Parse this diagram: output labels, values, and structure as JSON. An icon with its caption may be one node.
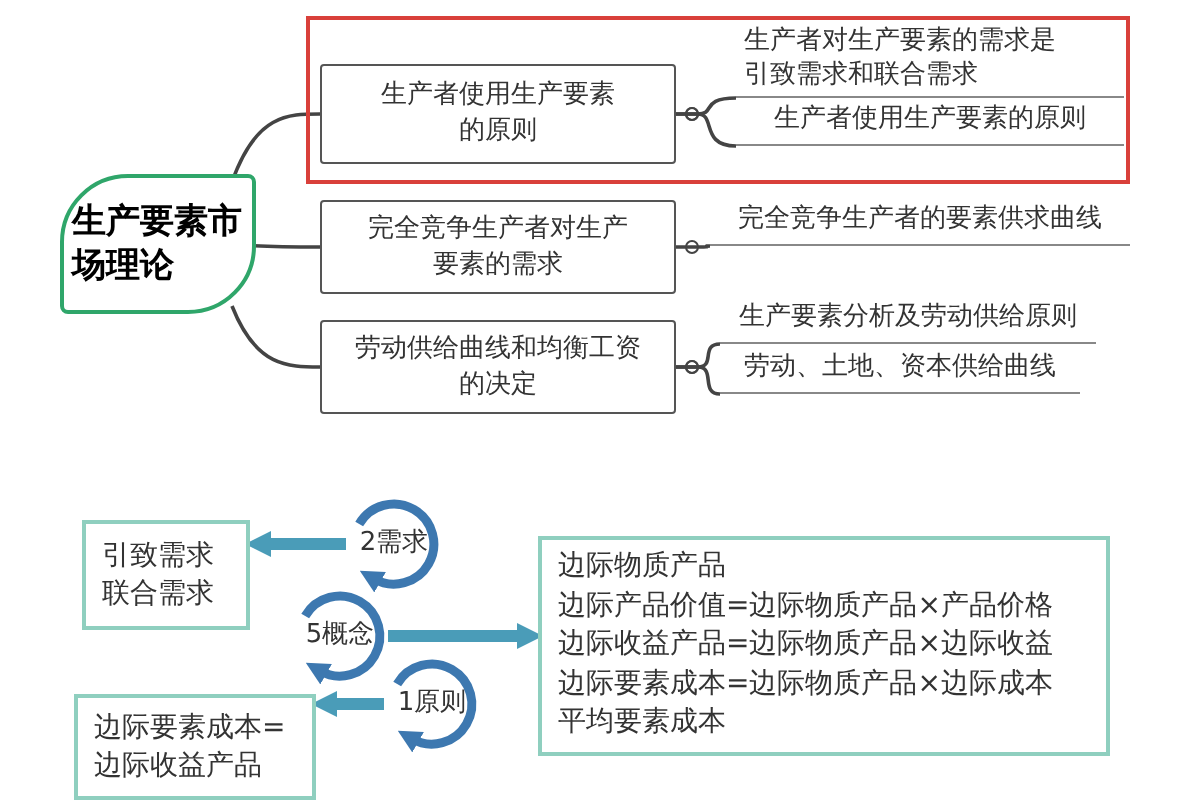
{
  "diagram": {
    "nodes": [
      {
        "text": [
          "生产要素市场理论"
        ]
      },
      {
        "text": [],
        "shape": "box"
      },
      {
        "text": [
          "生产者使用生产要素的原则"
        ],
        "in": 1
      },
      {
        "text": [
          "生产者对生产要素的需求是引致需求和联合需求"
        ],
        "in": 1
      },
      {
        "text": [
          "生产者使用生产要素的原则"
        ],
        "in": 1
      },
      {
        "text": [
          "完全竞争生产者对生产要素的需求"
        ]
      },
      {
        "text": [
          "完全竞争生产者的要素供求曲线"
        ]
      },
      {
        "text": [
          "劳动供给曲线和均衡工资的决定"
        ]
      },
      {
        "text": [
          "生产要素分析及劳动供给原则"
        ]
      },
      {
        "text": [
          "劳动、土地、资本供给曲线"
        ]
      },
      {
        "text": [
          "引致需求",
          "联合需求"
        ]
      },
      {
        "text": [
          "2需求"
        ]
      },
      {
        "text": [
          "5概念"
        ]
      },
      {
        "text": [
          "边际物质产品",
          "边际产品价值=边际物质产品×产品价格",
          "边际收益产品=边际物质产品×边际收益",
          "边际要素成本=边际物质产品×边际成本",
          "平均要素成本"
        ]
      },
      {
        "text": [
          "1原则"
        ]
      },
      {
        "text": [
          "边际要素成本=边际收益产品"
        ]
      }
    ],
    "edges": [
      {
        "from": 0,
        "to": 2,
        "arrow": "none"
      },
      {
        "from": 0,
        "to": 5,
        "arrow": "none"
      },
      {
        "from": 0,
        "to": 7,
        "arrow": "none"
      },
      {
        "from": 2,
        "to": 3,
        "arrow": "none"
      },
      {
        "from": 2,
        "to": 4,
        "arrow": "none"
      },
      {
        "from": 5,
        "to": 6,
        "arrow": "none"
      },
      {
        "from": 7,
        "to": 8,
        "arrow": "none"
      },
      {
        "from": 7,
        "to": 9,
        "arrow": "none"
      },
      {
        "from": 11,
        "to": 10,
        "arrow": "to",
        "style": "thick",
        "color": "#4a9cb8"
      },
      {
        "from": 12,
        "to": 13,
        "arrow": "to",
        "style": "thick",
        "color": "#4a9cb8"
      },
      {
        "from": 14,
        "to": 15,
        "arrow": "to",
        "style": "thick",
        "color": "#4a9cb8"
      }
    ]
  }
}
